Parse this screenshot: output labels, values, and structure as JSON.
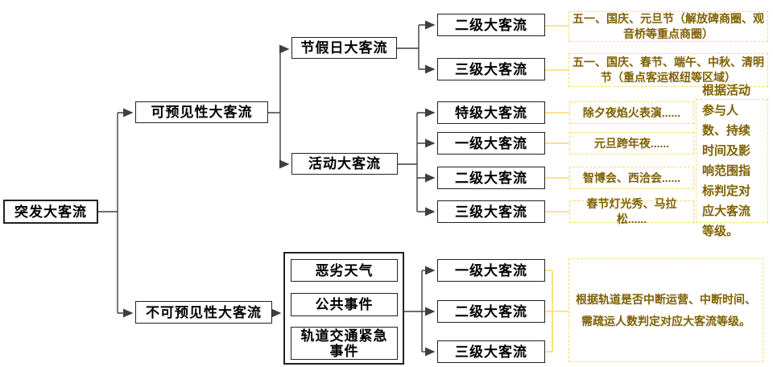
{
  "colors": {
    "box_border": "#222222",
    "connector_line": "#3f3f3f",
    "note_border": "#ffd966",
    "note_connector": "#ffd966",
    "note_text": "#7f6000",
    "background": "#ffffff"
  },
  "root": {
    "label": "突发大客流"
  },
  "branches": {
    "predictable": {
      "label": "可预见性大客流"
    },
    "unpredictable": {
      "label": "不可预见性大客流"
    }
  },
  "holiday": {
    "label": "节假日大客流",
    "levels": [
      {
        "label": "二级大客流",
        "note": "五一、国庆、元旦节（解放碑商圈、观音桥等重点商圈）"
      },
      {
        "label": "三级大客流",
        "note": "五一、国庆、春节、端午、中秋、清明节（重点客运枢纽等区域）"
      }
    ]
  },
  "activity": {
    "label": "活动大客流",
    "levels": [
      {
        "label": "特级大客流",
        "note": "除夕夜焰火表演......"
      },
      {
        "label": "一级大客流",
        "note": "元旦跨年夜......"
      },
      {
        "label": "二级大客流",
        "note": "智博会、西洽会......"
      },
      {
        "label": "三级大客流",
        "note": "春节灯光秀、马拉松......"
      }
    ],
    "rule": "根据活动参与人数、持续时间及影响范围指标判定对应大客流等级。"
  },
  "unpredictable_detail": {
    "causes": [
      {
        "label": "恶劣天气"
      },
      {
        "label": "公共事件"
      },
      {
        "label": "轨道交通紧急事件"
      }
    ],
    "levels": [
      {
        "label": "一级大客流"
      },
      {
        "label": "二级大客流"
      },
      {
        "label": "三级大客流"
      }
    ],
    "rule": "根据轨道是否中断运营、中断时间、需疏运人数判定对应大客流等级。"
  }
}
